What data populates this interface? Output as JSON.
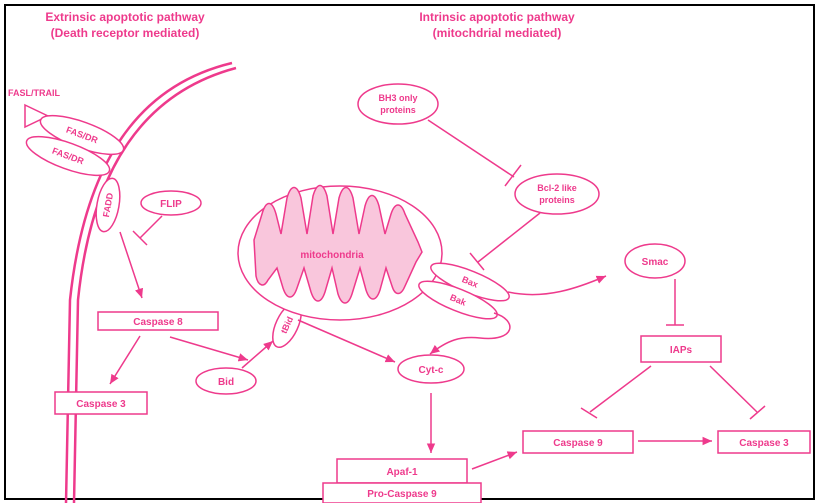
{
  "colors": {
    "accent": "#ee3a8c",
    "fill_light": "#f9c6dc",
    "frame": "#000000"
  },
  "titles": {
    "extrinsic_line1": "Extrinsic apoptotic pathway",
    "extrinsic_line2": "(Death receptor mediated)",
    "intrinsic_line1": "Intrinsic apoptotic pathway",
    "intrinsic_line2": "(mitochdrial mediated)"
  },
  "nodes": {
    "fasl_trail": "FASL/TRAIL",
    "fas_dr_1": "FAS/DR",
    "fas_dr_2": "FAS/DR",
    "fadd": "FADD",
    "flip": "FLIP",
    "caspase8": "Caspase 8",
    "caspase3_left": "Caspase 3",
    "bid": "Bid",
    "tbid": "tBid",
    "mitochondria": "mitochondria",
    "bh3_line1": "BH3 only",
    "bh3_line2": "proteins",
    "bcl2_line1": "Bcl-2 like",
    "bcl2_line2": "proteins",
    "bax": "Bax",
    "bak": "Bak",
    "cytc": "Cyt-c",
    "smac": "Smac",
    "iaps": "IAPs",
    "apaf1": "Apaf-1",
    "procaspase9": "Pro-Caspase 9",
    "caspase9": "Caspase 9",
    "caspase3_right": "Caspase 3"
  }
}
